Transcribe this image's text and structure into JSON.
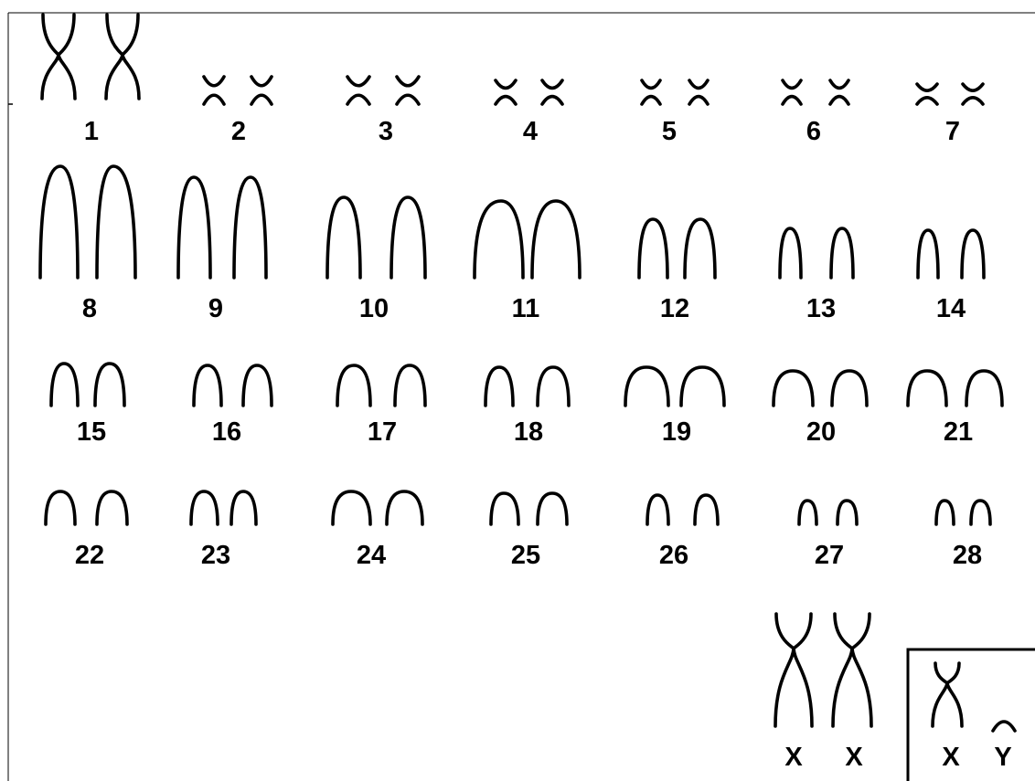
{
  "karyotype": {
    "autosome_labels": [
      "1",
      "2",
      "3",
      "4",
      "5",
      "6",
      "7",
      "8",
      "9",
      "10",
      "11",
      "12",
      "13",
      "14",
      "15",
      "16",
      "17",
      "18",
      "19",
      "20",
      "21",
      "22",
      "23",
      "24",
      "25",
      "26",
      "27",
      "28"
    ],
    "female_sex_labels": [
      "X",
      "X"
    ],
    "male_sex_labels": [
      "X",
      "Y"
    ]
  }
}
